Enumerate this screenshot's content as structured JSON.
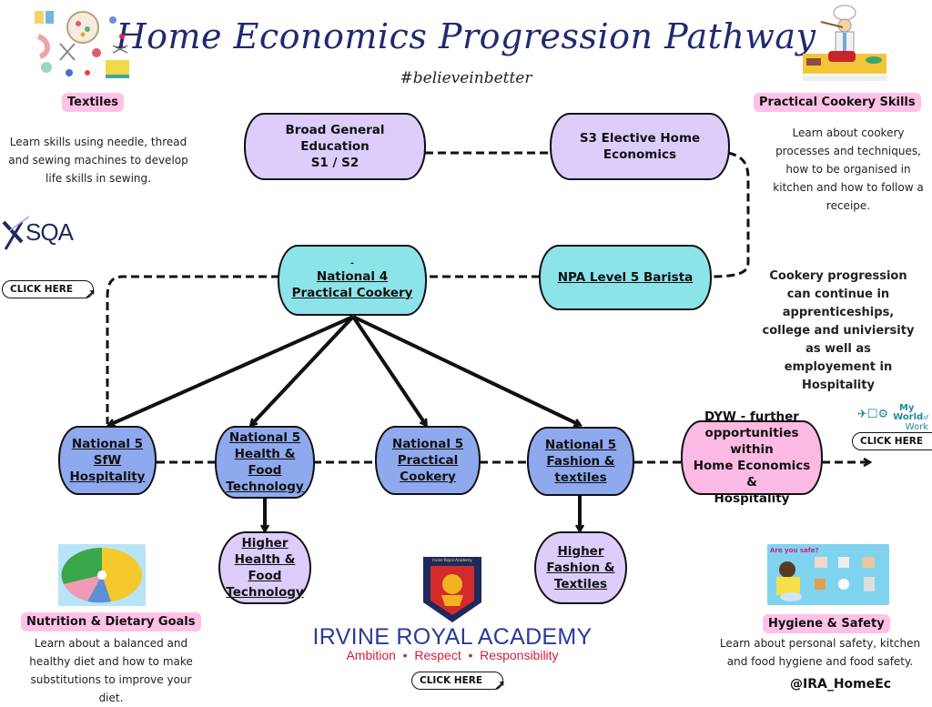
{
  "header": {
    "title": "Home Economics Progression Pathway",
    "hashtag": "#believeinbetter"
  },
  "nodes": {
    "bge": {
      "line1": "Broad General Education",
      "line2": "S1 / S2"
    },
    "s3": {
      "line1": "S3 Elective Home",
      "line2": "Economics"
    },
    "nat4": {
      "dash": "-",
      "line1": "National 4",
      "line2": "Practical Cookery"
    },
    "npa": {
      "line1": "NPA Level 5 Barista"
    },
    "n5_sfw": {
      "line1": "National 5",
      "line2": "SfW",
      "line3": "Hospitality"
    },
    "n5_hft": {
      "line1": "National 5",
      "line2": "Health & Food",
      "line3": "Technology"
    },
    "n5_pc": {
      "line1": "National 5",
      "line2": "Practical",
      "line3": "Cookery"
    },
    "n5_ft": {
      "line1": "National 5",
      "line2": "Fashion &",
      "line3": "textiles"
    },
    "dyw": {
      "line1": "DYW - further",
      "line2": "opportunities within",
      "line3": "Home Economics &",
      "line4": "Hospitality"
    },
    "higher_hft": {
      "line1": "Higher",
      "line2": "Health &",
      "line3": "Food",
      "line4": "Technology"
    },
    "higher_ft": {
      "line1": "Higher",
      "line2": "Fashion &",
      "line3": "Textiles"
    }
  },
  "info": {
    "textiles": {
      "label": "Textiles",
      "desc": [
        "Learn skills using needle, thread",
        "and sewing machines to develop",
        "life skills in sewing."
      ]
    },
    "cookery": {
      "label": "Practical Cookery Skills",
      "desc": [
        "Learn about cookery",
        "processes and techniques,",
        "how to be organised in",
        "kitchen and how to follow a",
        "receipe."
      ]
    },
    "nutrition": {
      "label": "Nutrition & Dietary Goals",
      "desc": [
        "Learn about a balanced and",
        "healthy diet and how to make",
        "substitutions to improve your diet."
      ]
    },
    "hygiene": {
      "label": "Hygiene & Safety",
      "desc": [
        "Learn about personal safety, kitchen",
        "and food hygiene and food safety."
      ]
    }
  },
  "progression_note": [
    "Cookery progression",
    "can continue in",
    "apprenticeships,",
    "college and univiersity",
    "as well as",
    "employement in",
    "Hospitality"
  ],
  "logos": {
    "sqa": "SQA",
    "myworld": {
      "line1": "My",
      "line2": "World",
      "of": "of",
      "line3": "Work"
    },
    "school_name": "IRVINE ROYAL ACADEMY",
    "school_motto": "Ambition  •  Respect  •  Responsibility",
    "crest_caption": "Irvine Royal Academy"
  },
  "buttons": {
    "click_here": "CLICK HERE"
  },
  "social_handle": "@IRA_HomeEc",
  "colors": {
    "title": "#1f2a6e",
    "lilac_node": "#dccdfb",
    "cyan_node": "#8ce3e8",
    "blue_node": "#8fa9ef",
    "pink_node": "#fbb9e4",
    "badge": "#ffc1e6",
    "school_blue": "#2a3a9c",
    "school_red": "#d0203a"
  }
}
